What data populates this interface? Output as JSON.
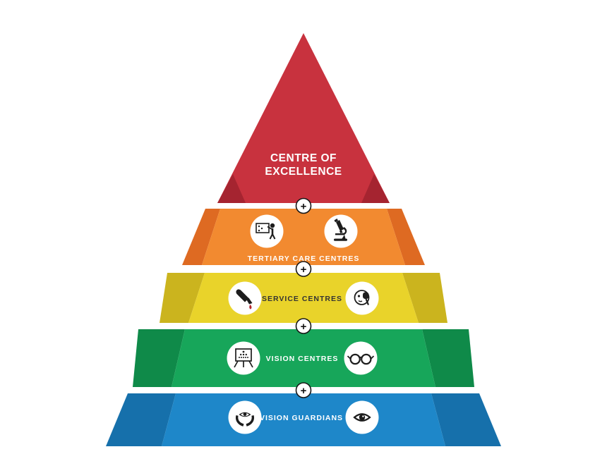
{
  "pyramid": {
    "title": {
      "line1": "CENTRE OF",
      "line2": "EXCELLENCE"
    },
    "connector_symbol": "+",
    "levels": [
      {
        "label": "CENTRE OF EXCELLENCE",
        "color": "#C8323E",
        "side_color": "#A52430",
        "text_color": "#FFFFFF",
        "icons": []
      },
      {
        "label": "TERTIARY CARE CENTRES",
        "color": "#F28A30",
        "side_color": "#DE6A22",
        "text_color": "#FFFFFF",
        "icons": [
          "training-icon",
          "microscope-icon"
        ]
      },
      {
        "label": "SERVICE CENTRES",
        "color": "#E9D32A",
        "side_color": "#CBB41E",
        "text_color": "#333333",
        "icons": [
          "sample-drop-icon",
          "eye-exam-icon"
        ]
      },
      {
        "label": "VISION CENTRES",
        "color": "#17A65A",
        "side_color": "#0F8A49",
        "text_color": "#FFFFFF",
        "icons": [
          "eye-chart-icon",
          "glasses-icon"
        ]
      },
      {
        "label": "VISION GUARDIANS",
        "color": "#1E87C9",
        "side_color": "#1670AB",
        "text_color": "#FFFFFF",
        "icons": [
          "caring-hands-icon",
          "eye-icon"
        ]
      }
    ],
    "drop_color": "#B3272F",
    "glyph_color": "#1D1D1D",
    "connector_circle_color": "#FFFFFF"
  }
}
